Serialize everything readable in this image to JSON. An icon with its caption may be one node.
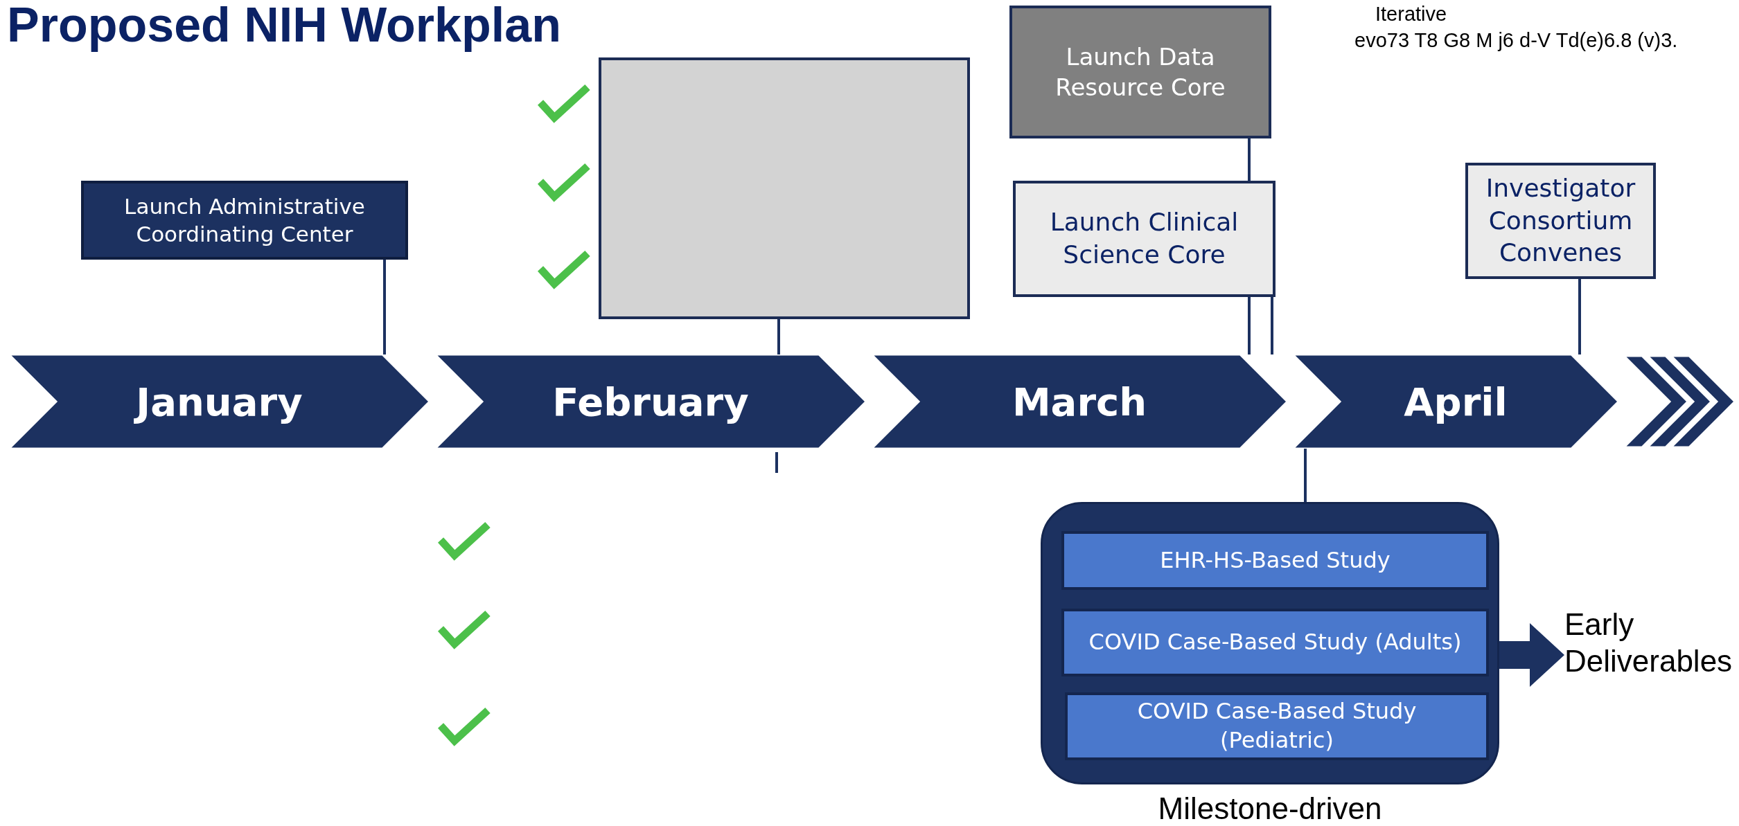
{
  "diagram": {
    "title": "Proposed NIH Workplan",
    "nodes": [
      {
        "text": [
          "Launch Data Resource Core"
        ]
      },
      {
        "text": [
          "Launch Administrative Coordinating Center"
        ]
      },
      {
        "text": [],
        "shape": "box"
      },
      {
        "text": [
          "Launch Clinical Science Core"
        ]
      },
      {
        "text": [
          "Investigator Consortium Convenes"
        ]
      },
      {
        "text": [
          "January"
        ]
      },
      {
        "text": [
          "February"
        ]
      },
      {
        "text": [
          "March"
        ]
      },
      {
        "text": [
          "April"
        ]
      },
      {
        "text": [
          "Milestone-driven"
        ]
      },
      {
        "text": [
          "EHR-HS-Based Study"
        ],
        "in": 9
      },
      {
        "text": [
          "COVID Case-Based Study (Adults)"
        ],
        "in": 9
      },
      {
        "text": [
          "COVID Case-Based Study (Pediatric)"
        ],
        "in": 9
      },
      {
        "text": [
          "Early Deliverables"
        ]
      }
    ],
    "edges": [
      {
        "from": 1,
        "to": 5,
        "arrow": "none"
      },
      {
        "from": 2,
        "to": 6,
        "arrow": "none"
      },
      {
        "from": 0,
        "to": 3,
        "arrow": "none"
      },
      {
        "from": 3,
        "to": 7,
        "arrow": "none"
      },
      {
        "from": 3,
        "to": 7,
        "arrow": "none"
      },
      {
        "from": 4,
        "to": 8,
        "arrow": "none"
      },
      {
        "from": 6,
        "to": null,
        "arrow": "none"
      },
      {
        "from": 8,
        "to": 9,
        "arrow": "none"
      },
      {
        "from": 9,
        "to": 13,
        "arrow": "to",
        "style": "thick"
      }
    ],
    "labels": [
      "Iterative",
      "evo73 T8 G8 M j6 d-V Td(e)6.8 (v)3."
    ]
  }
}
